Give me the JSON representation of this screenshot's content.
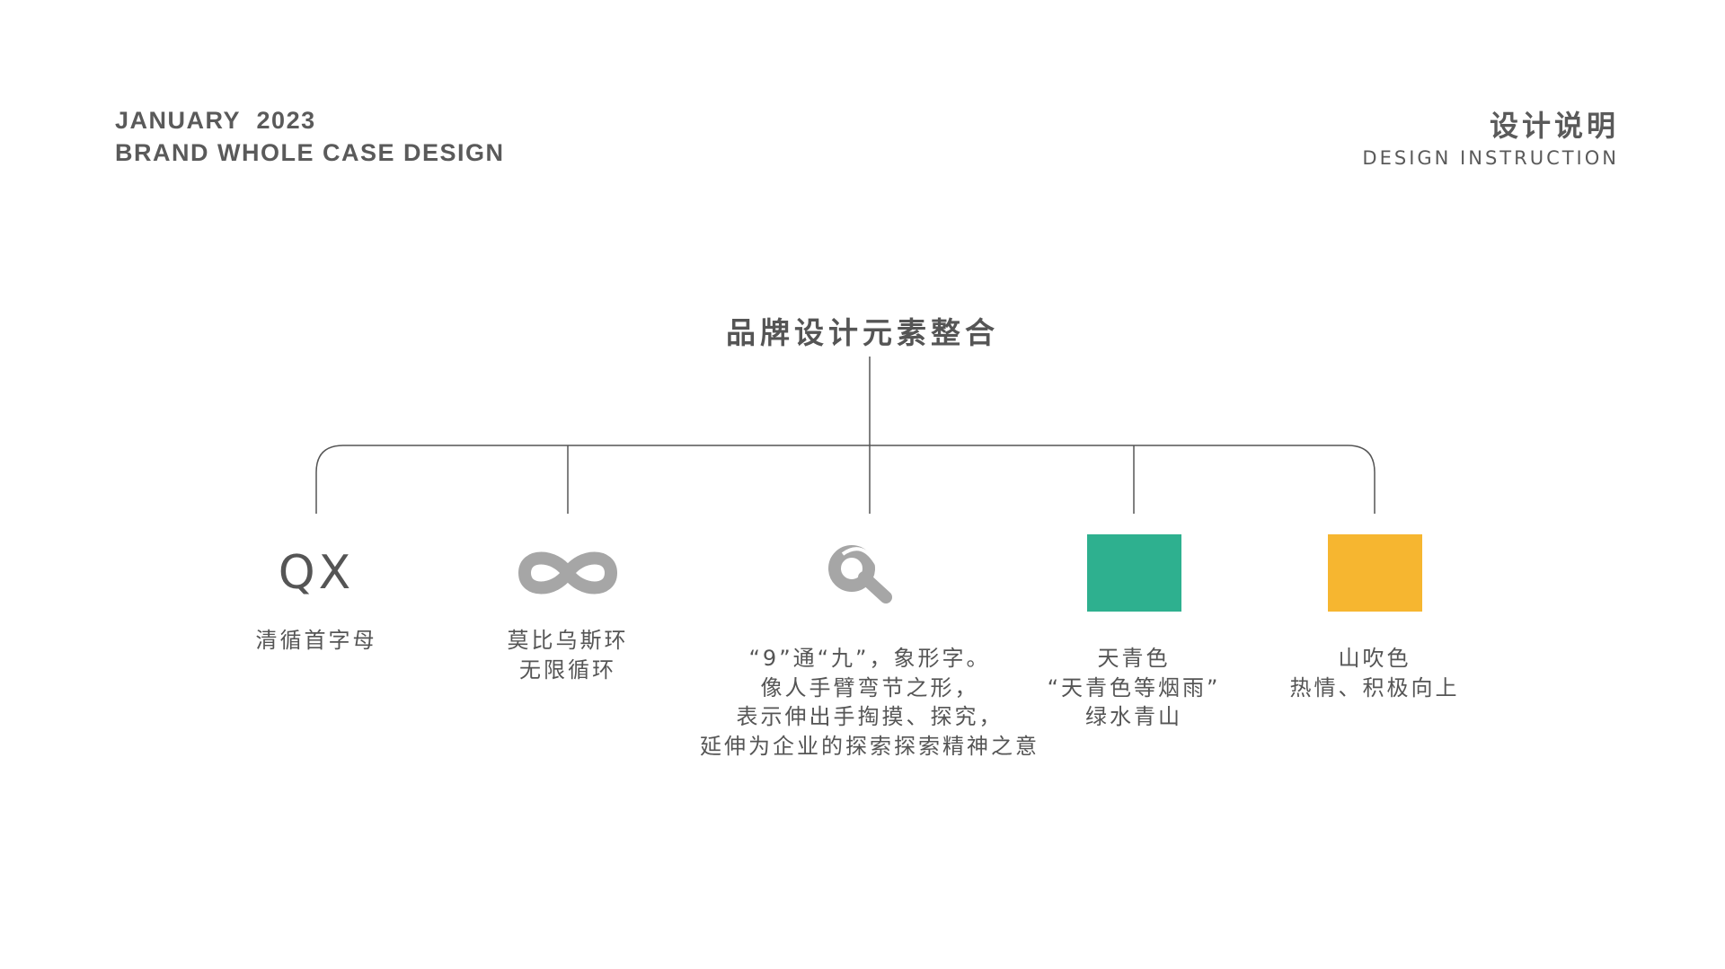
{
  "header": {
    "date_line": "JANUARY  2023",
    "title_line": "BRAND WHOLE CASE DESIGN",
    "section_cn": "设计说明",
    "section_en": "DESIGN INSTRUCTION"
  },
  "diagram": {
    "root": "品牌设计元素整合",
    "nodes": [
      {
        "id": "initials",
        "icon": "qx-letters",
        "mark_text": "QX",
        "lines": [
          "清循首字母"
        ]
      },
      {
        "id": "mobius",
        "icon": "infinity-icon",
        "lines": [
          "莫比乌斯环",
          "无限循环"
        ]
      },
      {
        "id": "nine",
        "icon": "nine-symbol-icon",
        "lines": [
          "“9”通“九”，象形字。",
          "像人手臂弯节之形，",
          "表示伸出手掏摸、探究，",
          "延伸为企业的探索探索精神之意"
        ]
      },
      {
        "id": "cyan",
        "icon": "color-swatch",
        "color": "#2eb08f",
        "lines": [
          "天青色",
          "“天青色等烟雨”",
          "绿水青山"
        ]
      },
      {
        "id": "mountain",
        "icon": "color-swatch",
        "color": "#f6b630",
        "lines": [
          "山吹色",
          "热情、积极向上"
        ]
      }
    ]
  },
  "colors": {
    "line": "#555555",
    "icon_gray": "#a6a6a6",
    "text": "#555555"
  }
}
